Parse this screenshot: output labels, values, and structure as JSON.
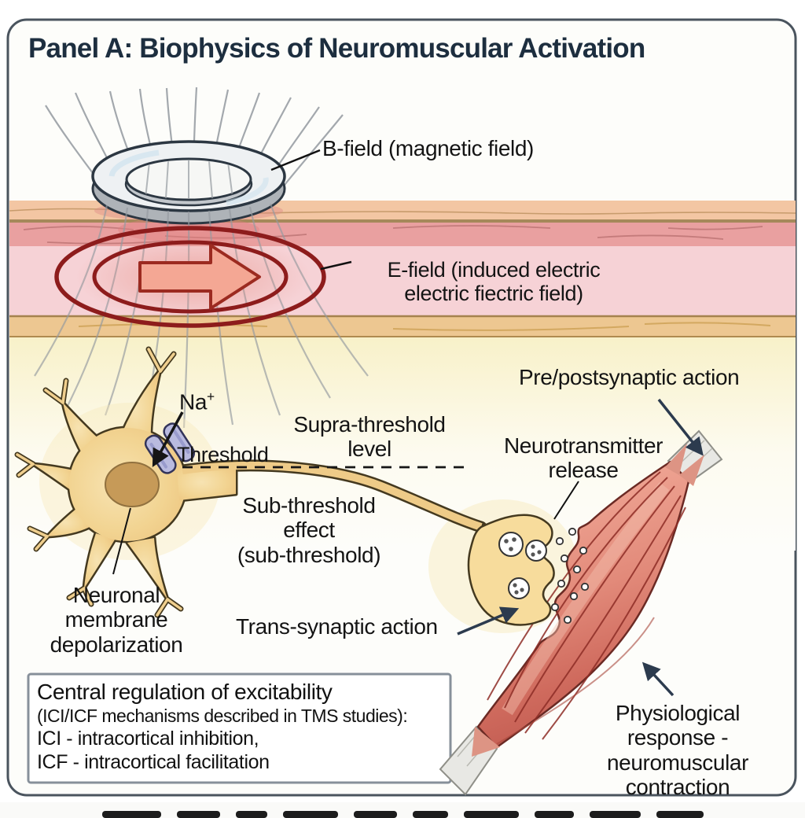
{
  "panel": {
    "title": "Panel A: Biophysics of Neuromuscular Activation"
  },
  "labels": {
    "b_field": "B-field (magnetic field)",
    "e_field": "E-field (induced electric\nelectric fiectric field)",
    "pre_post": "Pre/postsynaptic action",
    "na": "Na",
    "na_plus": "+",
    "threshold": "Threshold",
    "supra_threshold": "Supra-threshold\nlevel",
    "sub_threshold": "Sub-threshold\neffect\n(sub-threshold)",
    "neurotransmitter": "Neurotransmitter\nrelease",
    "neuronal": "Neuronal\nmembrane\ndepolarization",
    "trans_synaptic": "Trans-synaptic action",
    "physiological": "Physiological\nresponse - neuromuscular\ncontraction"
  },
  "infobox": {
    "title": "Central regulation of excitability",
    "subtitle": "(ICI/ICF mechanisms described in TMS studies):",
    "ici": "ICI - intracortical inhibition,",
    "icf": "ICF - intracortical facilitation"
  },
  "palette": {
    "panel_border": "#4a545e",
    "title_color": "#1d2e3f",
    "label_color": "#141414",
    "arrow_navy": "#2c3b4e",
    "efield_red": "#8d1c1c",
    "neuron_tan": "#f0cf8e",
    "muscle_red": "#d87a6c",
    "tendon_gray": "#e8e8e4"
  }
}
